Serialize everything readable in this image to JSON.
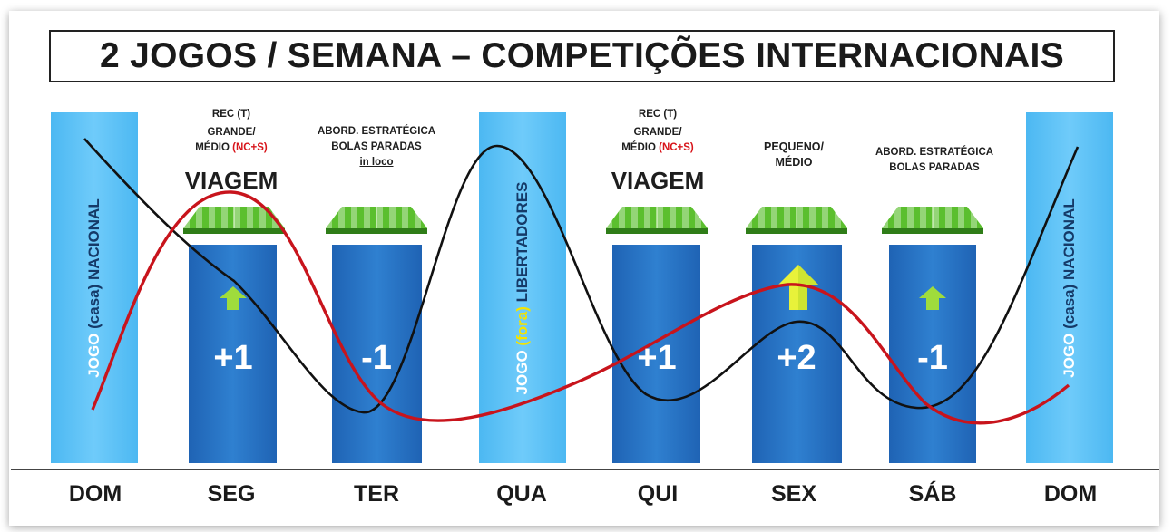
{
  "title": "2 JOGOS / SEMANA – COMPETIÇÕES INTERNACIONAIS",
  "game_days": {
    "sunday_start": {
      "main": "JOGO ",
      "rest": "(casa)",
      "comp": " NACIONAL"
    },
    "wednesday": {
      "main": "JOGO ",
      "rest": "(fora)",
      "comp": " LIBERTADORES"
    },
    "sunday_end": {
      "main": "JOGO ",
      "rest": "(casa)",
      "comp": " NACIONAL"
    }
  },
  "sessions": {
    "seg": {
      "line1": "REC (T)",
      "line2": "GRANDE/",
      "line3": "MÉDIO ",
      "line3_red": "(NC+S)",
      "travel": "VIAGEM",
      "load": "+1"
    },
    "ter": {
      "line1": "ABORD. ESTRATÉGICA",
      "line2": "BOLAS PARADAS",
      "line3_underlined": "in loco",
      "load": "-1"
    },
    "qui": {
      "line1": "REC (T)",
      "line2": "GRANDE/",
      "line3": "MÉDIO ",
      "line3_red": "(NC+S)",
      "travel": "VIAGEM",
      "load": "+1"
    },
    "sex": {
      "line1": "PEQUENO/",
      "line2": "MÉDIO",
      "load": "+2"
    },
    "sab": {
      "line1": "ABORD. ESTRATÉGICA",
      "line2": "BOLAS PARADAS",
      "load": "-1"
    }
  },
  "days": [
    "DOM",
    "SEG",
    "TER",
    "QUA",
    "QUI",
    "SEX",
    "SÁB",
    "DOM"
  ],
  "colors": {
    "game_bar": "#5ec3f7",
    "training_bar": "#2673c4",
    "red_curve": "#c8141c",
    "black_curve": "#111111",
    "arrow": "#9fdc3c",
    "arrow_big": "#e8f23a",
    "field": "#5bbf2e"
  },
  "icons": {
    "training_field": "soccer-field-icon",
    "load_arrow": "up-arrow-icon"
  }
}
